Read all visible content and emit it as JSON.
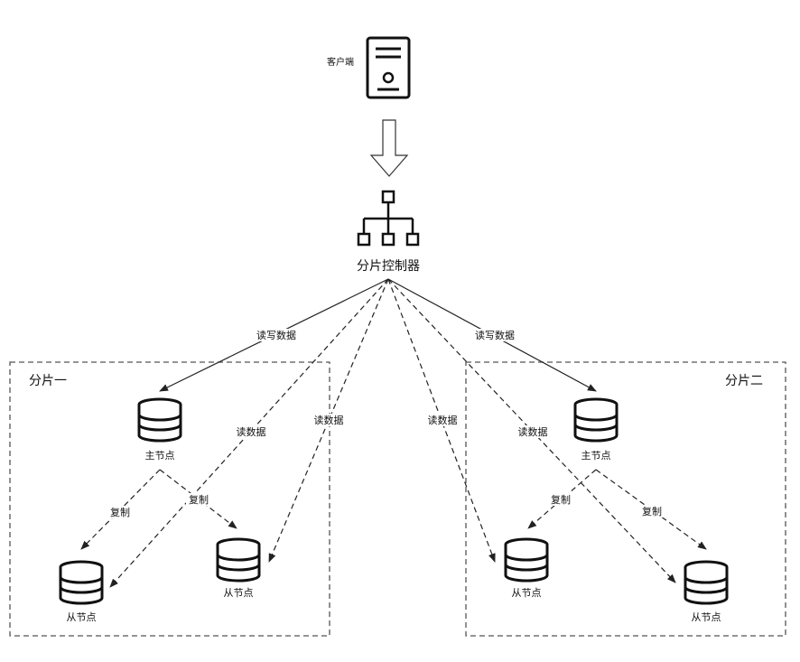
{
  "client": {
    "label": "客户端",
    "icon": "server-tower-icon"
  },
  "controller": {
    "label": "分片控制器",
    "icon": "hierarchy-icon"
  },
  "shards": [
    {
      "label": "分片一",
      "master": "主节点",
      "slaves": [
        "从节点",
        "从节点"
      ]
    },
    {
      "label": "分片二",
      "master": "主节点",
      "slaves": [
        "从节点",
        "从节点"
      ]
    }
  ],
  "edges": {
    "read_write": "读写数据",
    "read": "读数据",
    "replicate": "复制"
  },
  "colors": {
    "line": "#222222",
    "box_border": "#555555",
    "icon": "#111111"
  }
}
